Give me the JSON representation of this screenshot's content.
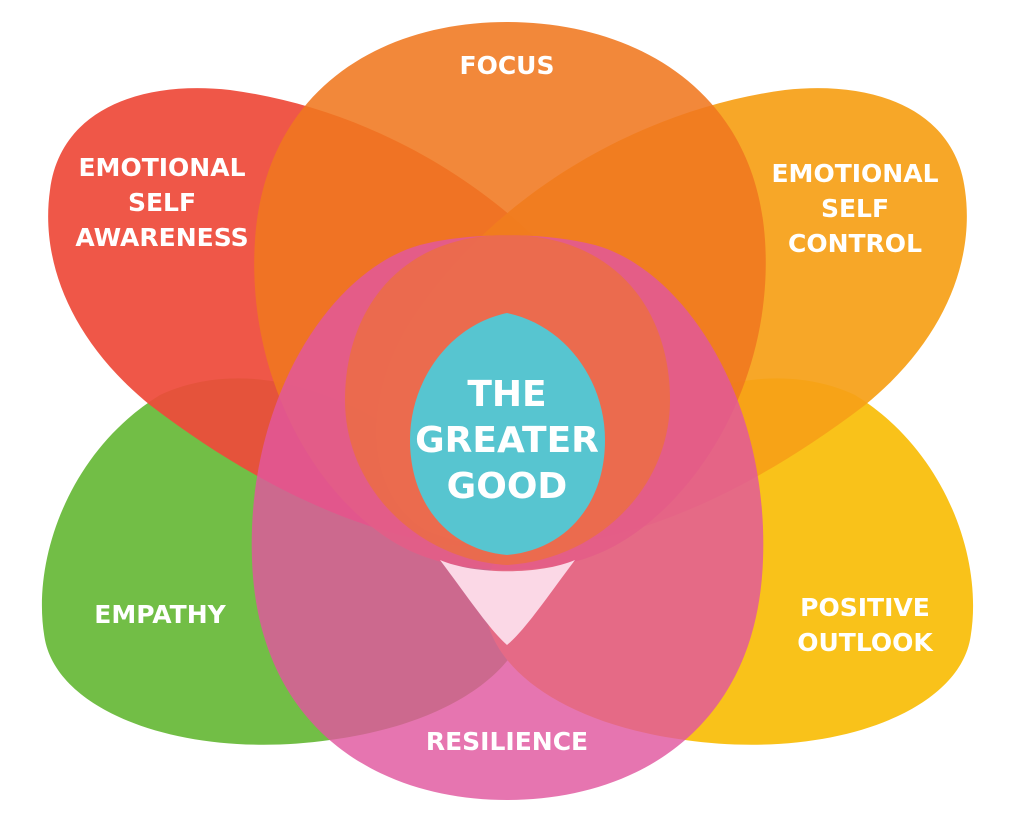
{
  "diagram": {
    "center": {
      "label": "THE\nGREATER\nGOOD",
      "color": "#57C5D0"
    },
    "petals": [
      {
        "id": "focus",
        "label": "FOCUS",
        "color": "#F0771F"
      },
      {
        "id": "emotional-self-awareness",
        "label": "EMOTIONAL\nSELF\nAWARENESS",
        "color": "#EE4A3A"
      },
      {
        "id": "emotional-self-control",
        "label": "EMOTIONAL\nSELF\nCONTROL",
        "color": "#F6A018"
      },
      {
        "id": "empathy",
        "label": "EMPATHY",
        "color": "#72BE46"
      },
      {
        "id": "positive-outlook",
        "label": "POSITIVE\nOUTLOOK",
        "color": "#F9C21A"
      },
      {
        "id": "resilience",
        "label": "RESILIENCE",
        "color": "#E1579F"
      }
    ]
  }
}
